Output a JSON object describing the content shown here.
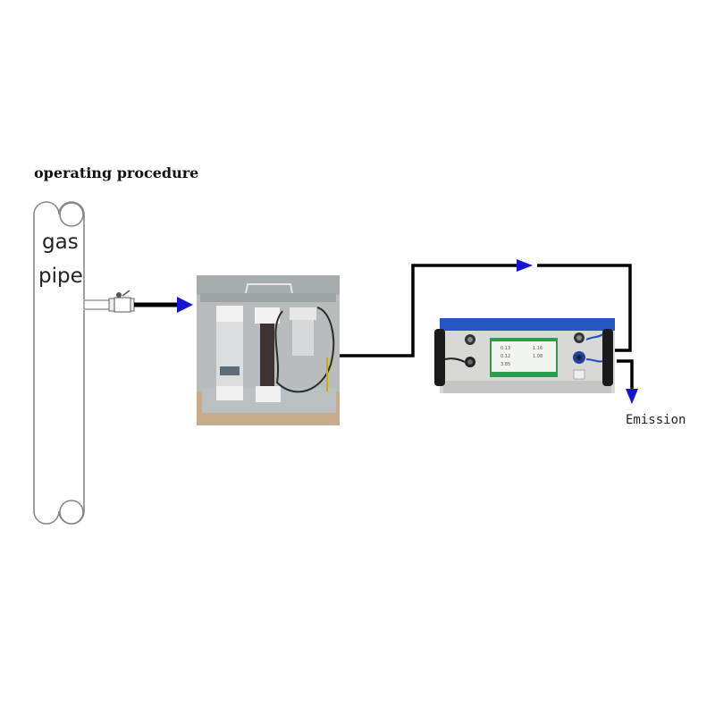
{
  "title": "operating procedure",
  "gas_pipe": {
    "label_line1": "gas",
    "label_line2": "pipe"
  },
  "components": {
    "filter_unit": {
      "name": "gas filtration / pretreatment unit (photo)"
    },
    "analyzer": {
      "name": "portable gas analyzer (photo)"
    }
  },
  "flow": {
    "arrow_color": "#1414d2",
    "line_color": "#000000",
    "steps": [
      "gas pipe",
      "valve",
      "filter unit",
      "analyzer inlet",
      "analyzer outlet",
      "Emission"
    ]
  },
  "emission_label": "Emission"
}
